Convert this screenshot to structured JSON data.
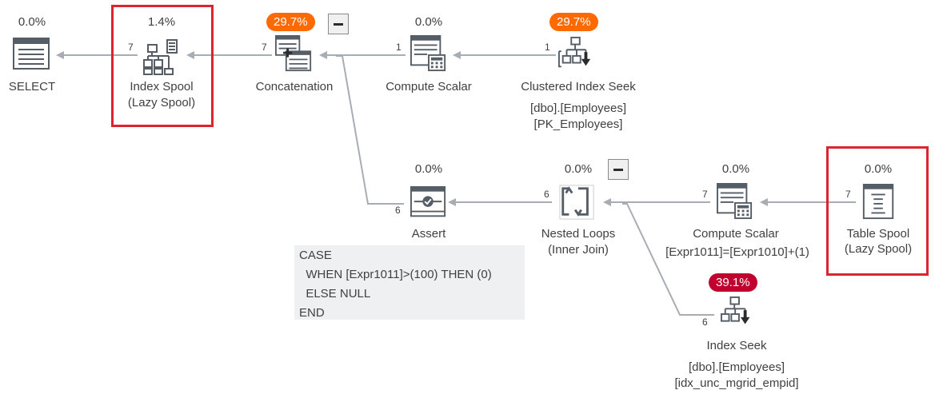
{
  "colors": {
    "edge": "#a8adb3",
    "badge_orange": "#ff6a00",
    "badge_red": "#c2002f",
    "highlight": "#d9262e",
    "icon": "#555d66"
  },
  "nodes": {
    "select": {
      "pct": "0.0%",
      "label1": "SELECT",
      "icon": "select-icon"
    },
    "index_spool": {
      "pct": "1.4%",
      "label1": "Index Spool",
      "label2": "(Lazy Spool)",
      "icon": "index-spool-icon",
      "count_in": "7"
    },
    "concatenation": {
      "pct": "29.7%",
      "label1": "Concatenation",
      "icon": "concatenation-icon",
      "count_in": "7"
    },
    "compute_scalar_top": {
      "pct": "0.0%",
      "label1": "Compute Scalar",
      "icon": "compute-scalar-icon",
      "count_in": "1"
    },
    "clustered_index_seek": {
      "pct": "29.7%",
      "label1": "Clustered Index Seek",
      "label2": "[dbo].[Employees]",
      "label3": "[PK_Employees]",
      "icon": "clustered-index-seek-icon",
      "count_in": "1"
    },
    "assert": {
      "pct": "0.0%",
      "label1": "Assert",
      "icon": "assert-icon",
      "count_in": "6"
    },
    "nested_loops": {
      "pct": "0.0%",
      "label1": "Nested Loops",
      "label2": "(Inner Join)",
      "icon": "nested-loops-icon",
      "count_in": "6"
    },
    "compute_scalar_bottom": {
      "pct": "0.0%",
      "label1": "Compute Scalar",
      "label2": "[Expr1011]=[Expr1010]+(1)",
      "icon": "compute-scalar-icon",
      "count_in": "7"
    },
    "table_spool": {
      "pct": "0.0%",
      "label1": "Table Spool",
      "label2": "(Lazy Spool)",
      "icon": "table-spool-icon",
      "count_in": "7"
    },
    "index_seek": {
      "pct": "39.1%",
      "label1": "Index Seek",
      "label2": "[dbo].[Employees]",
      "label3": "[idx_unc_mgrid_empid]",
      "icon": "index-seek-icon",
      "count_in": "6"
    }
  },
  "assert_predicate": [
    "CASE",
    "  WHEN [Expr1011]>(100) THEN (0)",
    "  ELSE NULL",
    "END"
  ],
  "collapse_glyph": "−"
}
